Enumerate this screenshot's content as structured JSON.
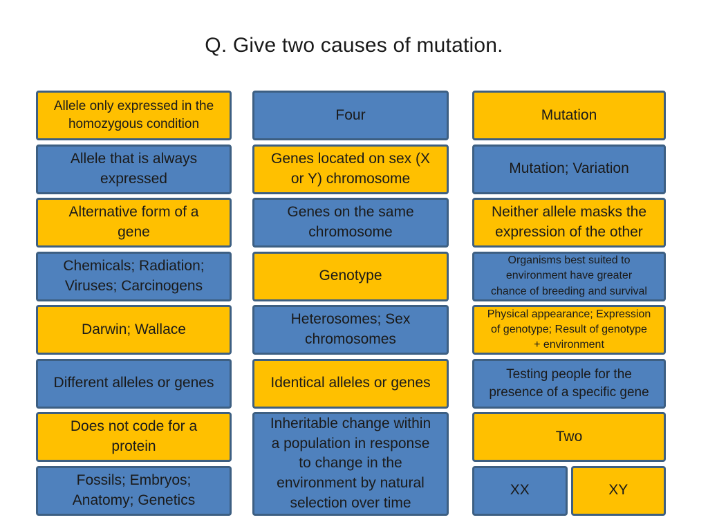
{
  "title": "Q. Give two causes of mutation.",
  "palette": {
    "background": "#ffffff",
    "yellow": "#ffc000",
    "blue": "#4f81bd",
    "border": "#3d5f82",
    "text": "#1a1a1a"
  },
  "columns": [
    {
      "name": "left",
      "boxes": [
        {
          "label": "Allele only expressed in the\nhomozygous condition",
          "color": "yellow",
          "size": "md"
        },
        {
          "label": "Allele that is always\nexpressed",
          "color": "blue",
          "size": "lg"
        },
        {
          "label": "Alternative form of a\ngene",
          "color": "yellow",
          "size": "lg"
        },
        {
          "label": "Chemicals; Radiation;\nViruses; Carcinogens",
          "color": "blue",
          "size": "lg"
        },
        {
          "label": "Darwin; Wallace",
          "color": "yellow",
          "size": "lg"
        },
        {
          "label": "Different alleles or genes",
          "color": "blue",
          "size": "lg"
        },
        {
          "label": "Does not code for a\nprotein",
          "color": "yellow",
          "size": "lg"
        },
        {
          "label": "Fossils; Embryos;\nAnatomy; Genetics",
          "color": "blue",
          "size": "lg"
        }
      ]
    },
    {
      "name": "middle",
      "boxes": [
        {
          "label": "Four",
          "color": "blue",
          "size": "lg"
        },
        {
          "label": "Genes located on sex (X\nor Y) chromosome",
          "color": "yellow",
          "size": "lg"
        },
        {
          "label": "Genes on the same\nchromosome",
          "color": "blue",
          "size": "lg"
        },
        {
          "label": "Genotype",
          "color": "yellow",
          "size": "lg"
        },
        {
          "label": "Heterosomes; Sex\nchromosomes",
          "color": "blue",
          "size": "lg"
        },
        {
          "label": "Identical alleles or genes",
          "color": "yellow",
          "size": "lg"
        },
        {
          "label": "Inheritable change within\na population in response\nto change in the\nenvironment by natural\nselection over time",
          "color": "blue",
          "size": "lg",
          "span": 2
        }
      ]
    },
    {
      "name": "right",
      "boxes": [
        {
          "label": "Mutation",
          "color": "yellow",
          "size": "lg"
        },
        {
          "label": "Mutation; Variation",
          "color": "blue",
          "size": "lg"
        },
        {
          "label": "Neither allele masks the\nexpression of the other",
          "color": "yellow",
          "size": "lg"
        },
        {
          "label": "Organisms best suited to\nenvironment have greater\nchance of breeding and survival",
          "color": "blue",
          "size": "sm"
        },
        {
          "label": "Physical appearance; Expression\nof genotype; Result of genotype\n+ environment",
          "color": "yellow",
          "size": "sm"
        },
        {
          "label": "Testing people for the\npresence of a specific gene",
          "color": "blue",
          "size": "md"
        },
        {
          "label": "Two",
          "color": "yellow",
          "size": "lg"
        },
        {
          "pair": [
            {
              "label": "XX",
              "color": "blue",
              "size": "lg"
            },
            {
              "label": "XY",
              "color": "yellow",
              "size": "lg"
            }
          ]
        }
      ]
    }
  ]
}
